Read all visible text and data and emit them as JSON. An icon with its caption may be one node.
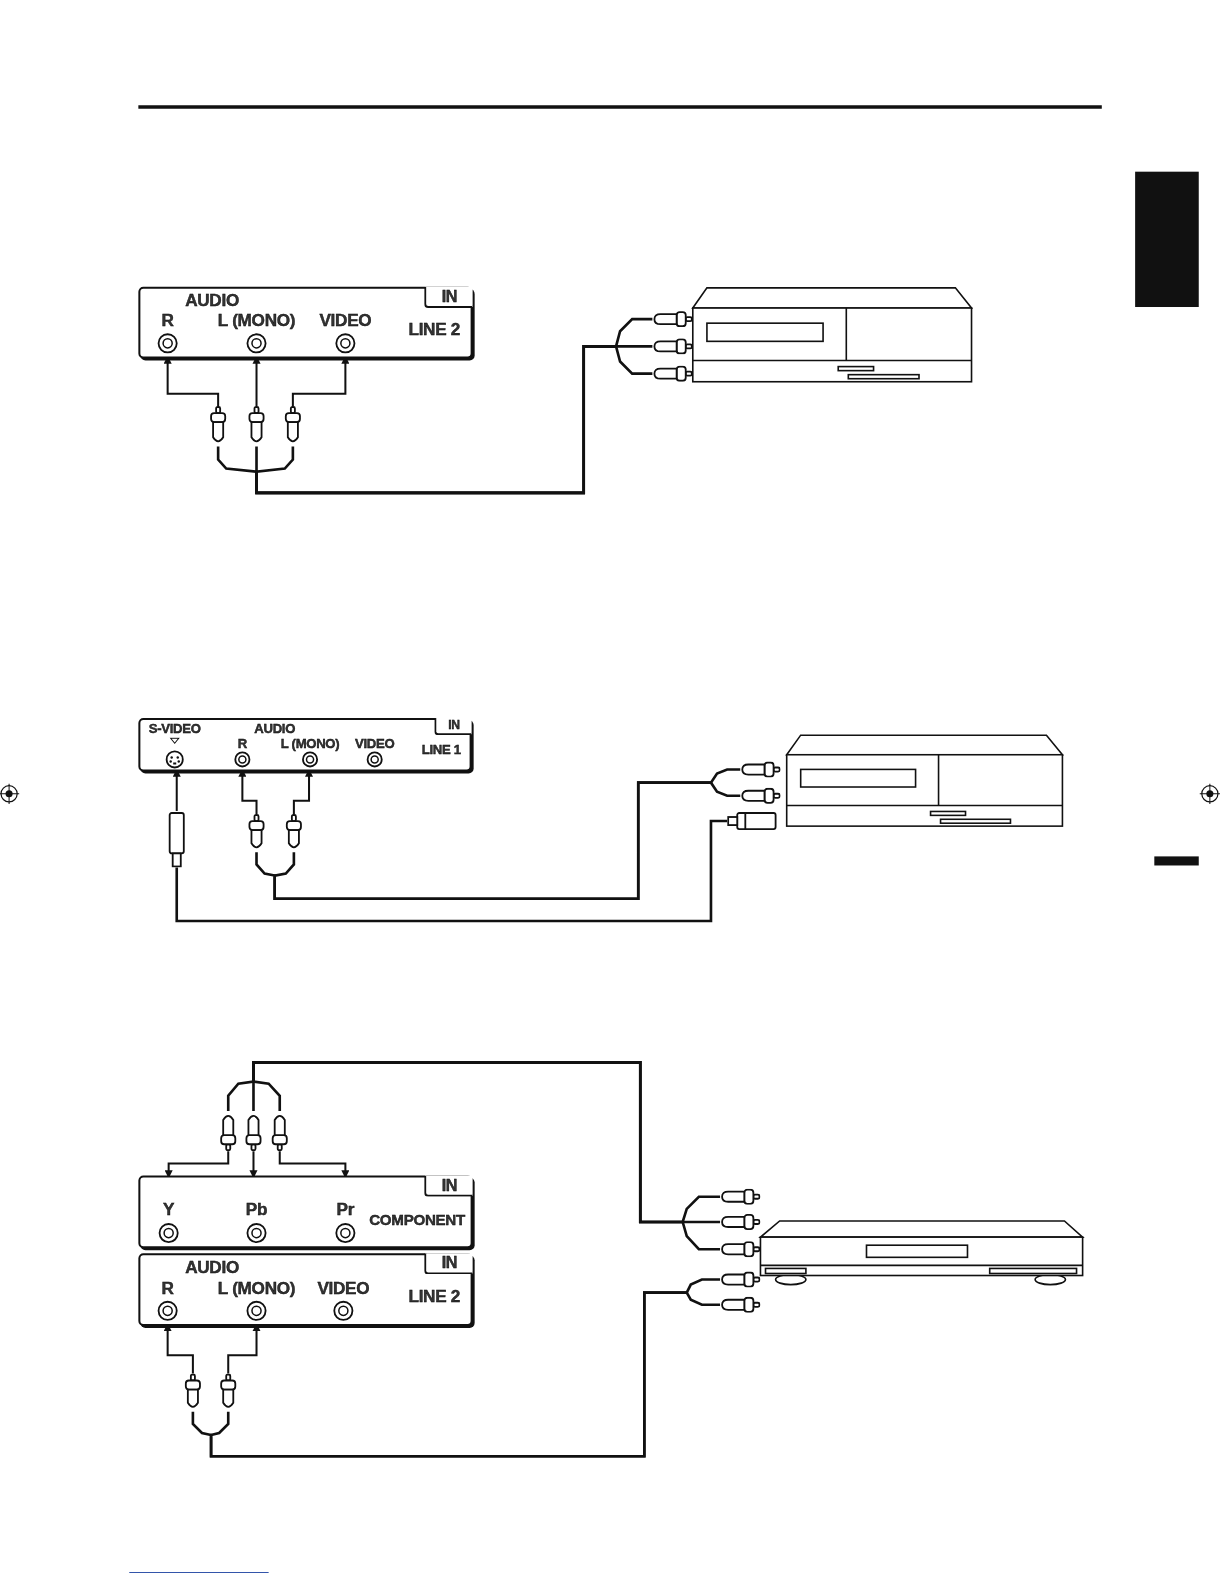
{
  "diagram": {
    "nodes": [
      {
        "text": [
          "AUDIO",
          "IN",
          "LINE 2"
        ]
      },
      {
        "text": [
          "R"
        ],
        "in": 0
      },
      {
        "text": [
          "L (MONO)"
        ],
        "in": 0
      },
      {
        "text": [
          "VIDEO"
        ],
        "in": 0
      },
      {
        "text": [],
        "shape": "plug"
      },
      {
        "text": [],
        "shape": "plug"
      },
      {
        "text": [],
        "shape": "plug"
      },
      {
        "text": [],
        "shape": "plug"
      },
      {
        "text": [],
        "shape": "plug"
      },
      {
        "text": [],
        "shape": "plug"
      },
      {
        "text": [],
        "shape": "picture"
      },
      {
        "text": [
          "AUDIO",
          "IN",
          "LINE 1"
        ]
      },
      {
        "text": [
          "S-VIDEO"
        ],
        "in": 11
      },
      {
        "text": [
          "R"
        ],
        "in": 11
      },
      {
        "text": [
          "L (MONO)"
        ],
        "in": 11
      },
      {
        "text": [
          "VIDEO"
        ],
        "in": 11
      },
      {
        "text": [],
        "shape": "plug"
      },
      {
        "text": [],
        "shape": "plug"
      },
      {
        "text": [],
        "shape": "plug"
      },
      {
        "text": [],
        "shape": "plug"
      },
      {
        "text": [],
        "shape": "plug"
      },
      {
        "text": [],
        "shape": "plug"
      },
      {
        "text": [],
        "shape": "picture"
      },
      {
        "text": [],
        "shape": "plug"
      },
      {
        "text": [],
        "shape": "plug"
      },
      {
        "text": [],
        "shape": "plug"
      },
      {
        "text": [
          "IN",
          "COMPONENT"
        ]
      },
      {
        "text": [
          "Y"
        ],
        "in": 26
      },
      {
        "text": [
          "Pb"
        ],
        "in": 26
      },
      {
        "text": [
          "Pr"
        ],
        "in": 26
      },
      {
        "text": [
          "AUDIO",
          "IN",
          "LINE 2"
        ]
      },
      {
        "text": [
          "R"
        ],
        "in": 30
      },
      {
        "text": [
          "L (MONO)"
        ],
        "in": 30
      },
      {
        "text": [
          "VIDEO"
        ],
        "in": 30
      },
      {
        "text": [],
        "shape": "plug"
      },
      {
        "text": [],
        "shape": "plug"
      },
      {
        "text": [],
        "shape": "plug"
      },
      {
        "text": [],
        "shape": "plug"
      },
      {
        "text": [],
        "shape": "plug"
      },
      {
        "text": [],
        "shape": "plug"
      },
      {
        "text": [],
        "shape": "plug"
      },
      {
        "text": [],
        "shape": "picture"
      },
      {
        "text": [],
        "shape": "box"
      }
    ],
    "edges": [
      {
        "from": 4,
        "to": 1,
        "arrow": "to"
      },
      {
        "from": 5,
        "to": 2,
        "arrow": "to"
      },
      {
        "from": 6,
        "to": 3,
        "arrow": "to"
      },
      {
        "from": 4,
        "to": 7,
        "arrow": "none"
      },
      {
        "from": 5,
        "to": 8,
        "arrow": "none"
      },
      {
        "from": 6,
        "to": 9,
        "arrow": "none"
      },
      {
        "from": 16,
        "to": 12,
        "arrow": "to"
      },
      {
        "from": 17,
        "to": 13,
        "arrow": "to"
      },
      {
        "from": 18,
        "to": 14,
        "arrow": "to"
      },
      {
        "from": 17,
        "to": 19,
        "arrow": "none"
      },
      {
        "from": 18,
        "to": 20,
        "arrow": "none"
      },
      {
        "from": 16,
        "to": 21,
        "arrow": "none"
      },
      {
        "from": 23,
        "to": 27,
        "arrow": "to"
      },
      {
        "from": 24,
        "to": 28,
        "arrow": "to"
      },
      {
        "from": 25,
        "to": 29,
        "arrow": "to"
      },
      {
        "from": 34,
        "to": 31,
        "arrow": "to"
      },
      {
        "from": 35,
        "to": 32,
        "arrow": "to"
      },
      {
        "from": 23,
        "to": 36,
        "arrow": "none"
      },
      {
        "from": 24,
        "to": 37,
        "arrow": "none"
      },
      {
        "from": 25,
        "to": 38,
        "arrow": "none"
      },
      {
        "from": 34,
        "to": 39,
        "arrow": "none"
      },
      {
        "from": 35,
        "to": 40,
        "arrow": "none"
      }
    ]
  }
}
